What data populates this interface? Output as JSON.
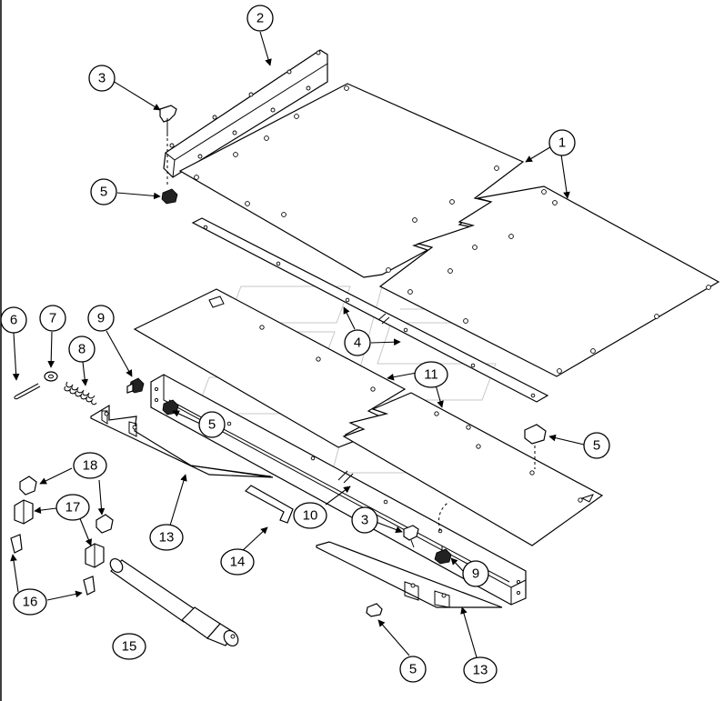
{
  "callouts": [
    {
      "id": "c2",
      "label": "2"
    },
    {
      "id": "c3a",
      "label": "3"
    },
    {
      "id": "c5a",
      "label": "5"
    },
    {
      "id": "c1",
      "label": "1"
    },
    {
      "id": "c6",
      "label": "6"
    },
    {
      "id": "c7",
      "label": "7"
    },
    {
      "id": "c8",
      "label": "8"
    },
    {
      "id": "c9a",
      "label": "9"
    },
    {
      "id": "c4",
      "label": "4"
    },
    {
      "id": "c11",
      "label": "11"
    },
    {
      "id": "c5b",
      "label": "5"
    },
    {
      "id": "c5c",
      "label": "5"
    },
    {
      "id": "c18",
      "label": "18"
    },
    {
      "id": "c17",
      "label": "17"
    },
    {
      "id": "c13a",
      "label": "13"
    },
    {
      "id": "c10",
      "label": "10"
    },
    {
      "id": "c3b",
      "label": "3"
    },
    {
      "id": "c14",
      "label": "14"
    },
    {
      "id": "c9b",
      "label": "9"
    },
    {
      "id": "c16",
      "label": "16"
    },
    {
      "id": "c15",
      "label": "15"
    },
    {
      "id": "c5d",
      "label": "5"
    },
    {
      "id": "c13b",
      "label": "13"
    }
  ]
}
